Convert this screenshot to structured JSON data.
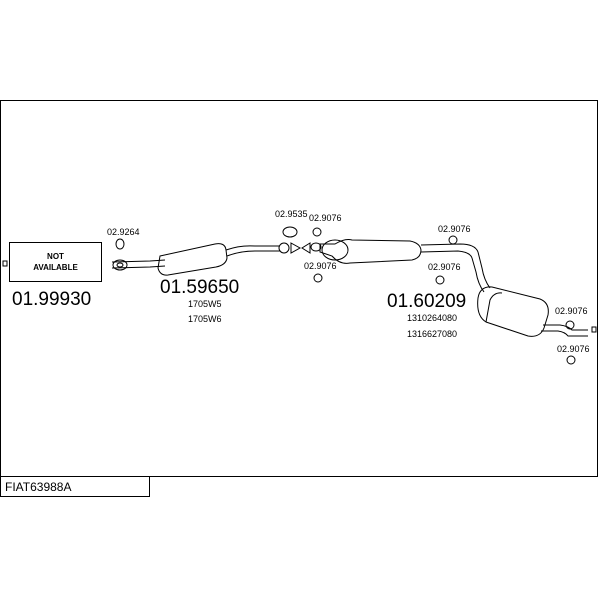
{
  "diagram": {
    "code": "FIAT63988A",
    "not_available": [
      "NOT",
      "AVAILABLE"
    ],
    "parts": [
      {
        "number": "01.99930"
      },
      {
        "number": "01.59650",
        "refs": [
          "1705W5",
          "1705W6"
        ]
      },
      {
        "number": "01.60209",
        "refs": [
          "1310264080",
          "1316627080"
        ]
      }
    ],
    "fittings": [
      "02.9264",
      "02.9535",
      "02.9076",
      "02.9076",
      "02.9076",
      "02.9076",
      "02.9076",
      "02.9076"
    ]
  }
}
